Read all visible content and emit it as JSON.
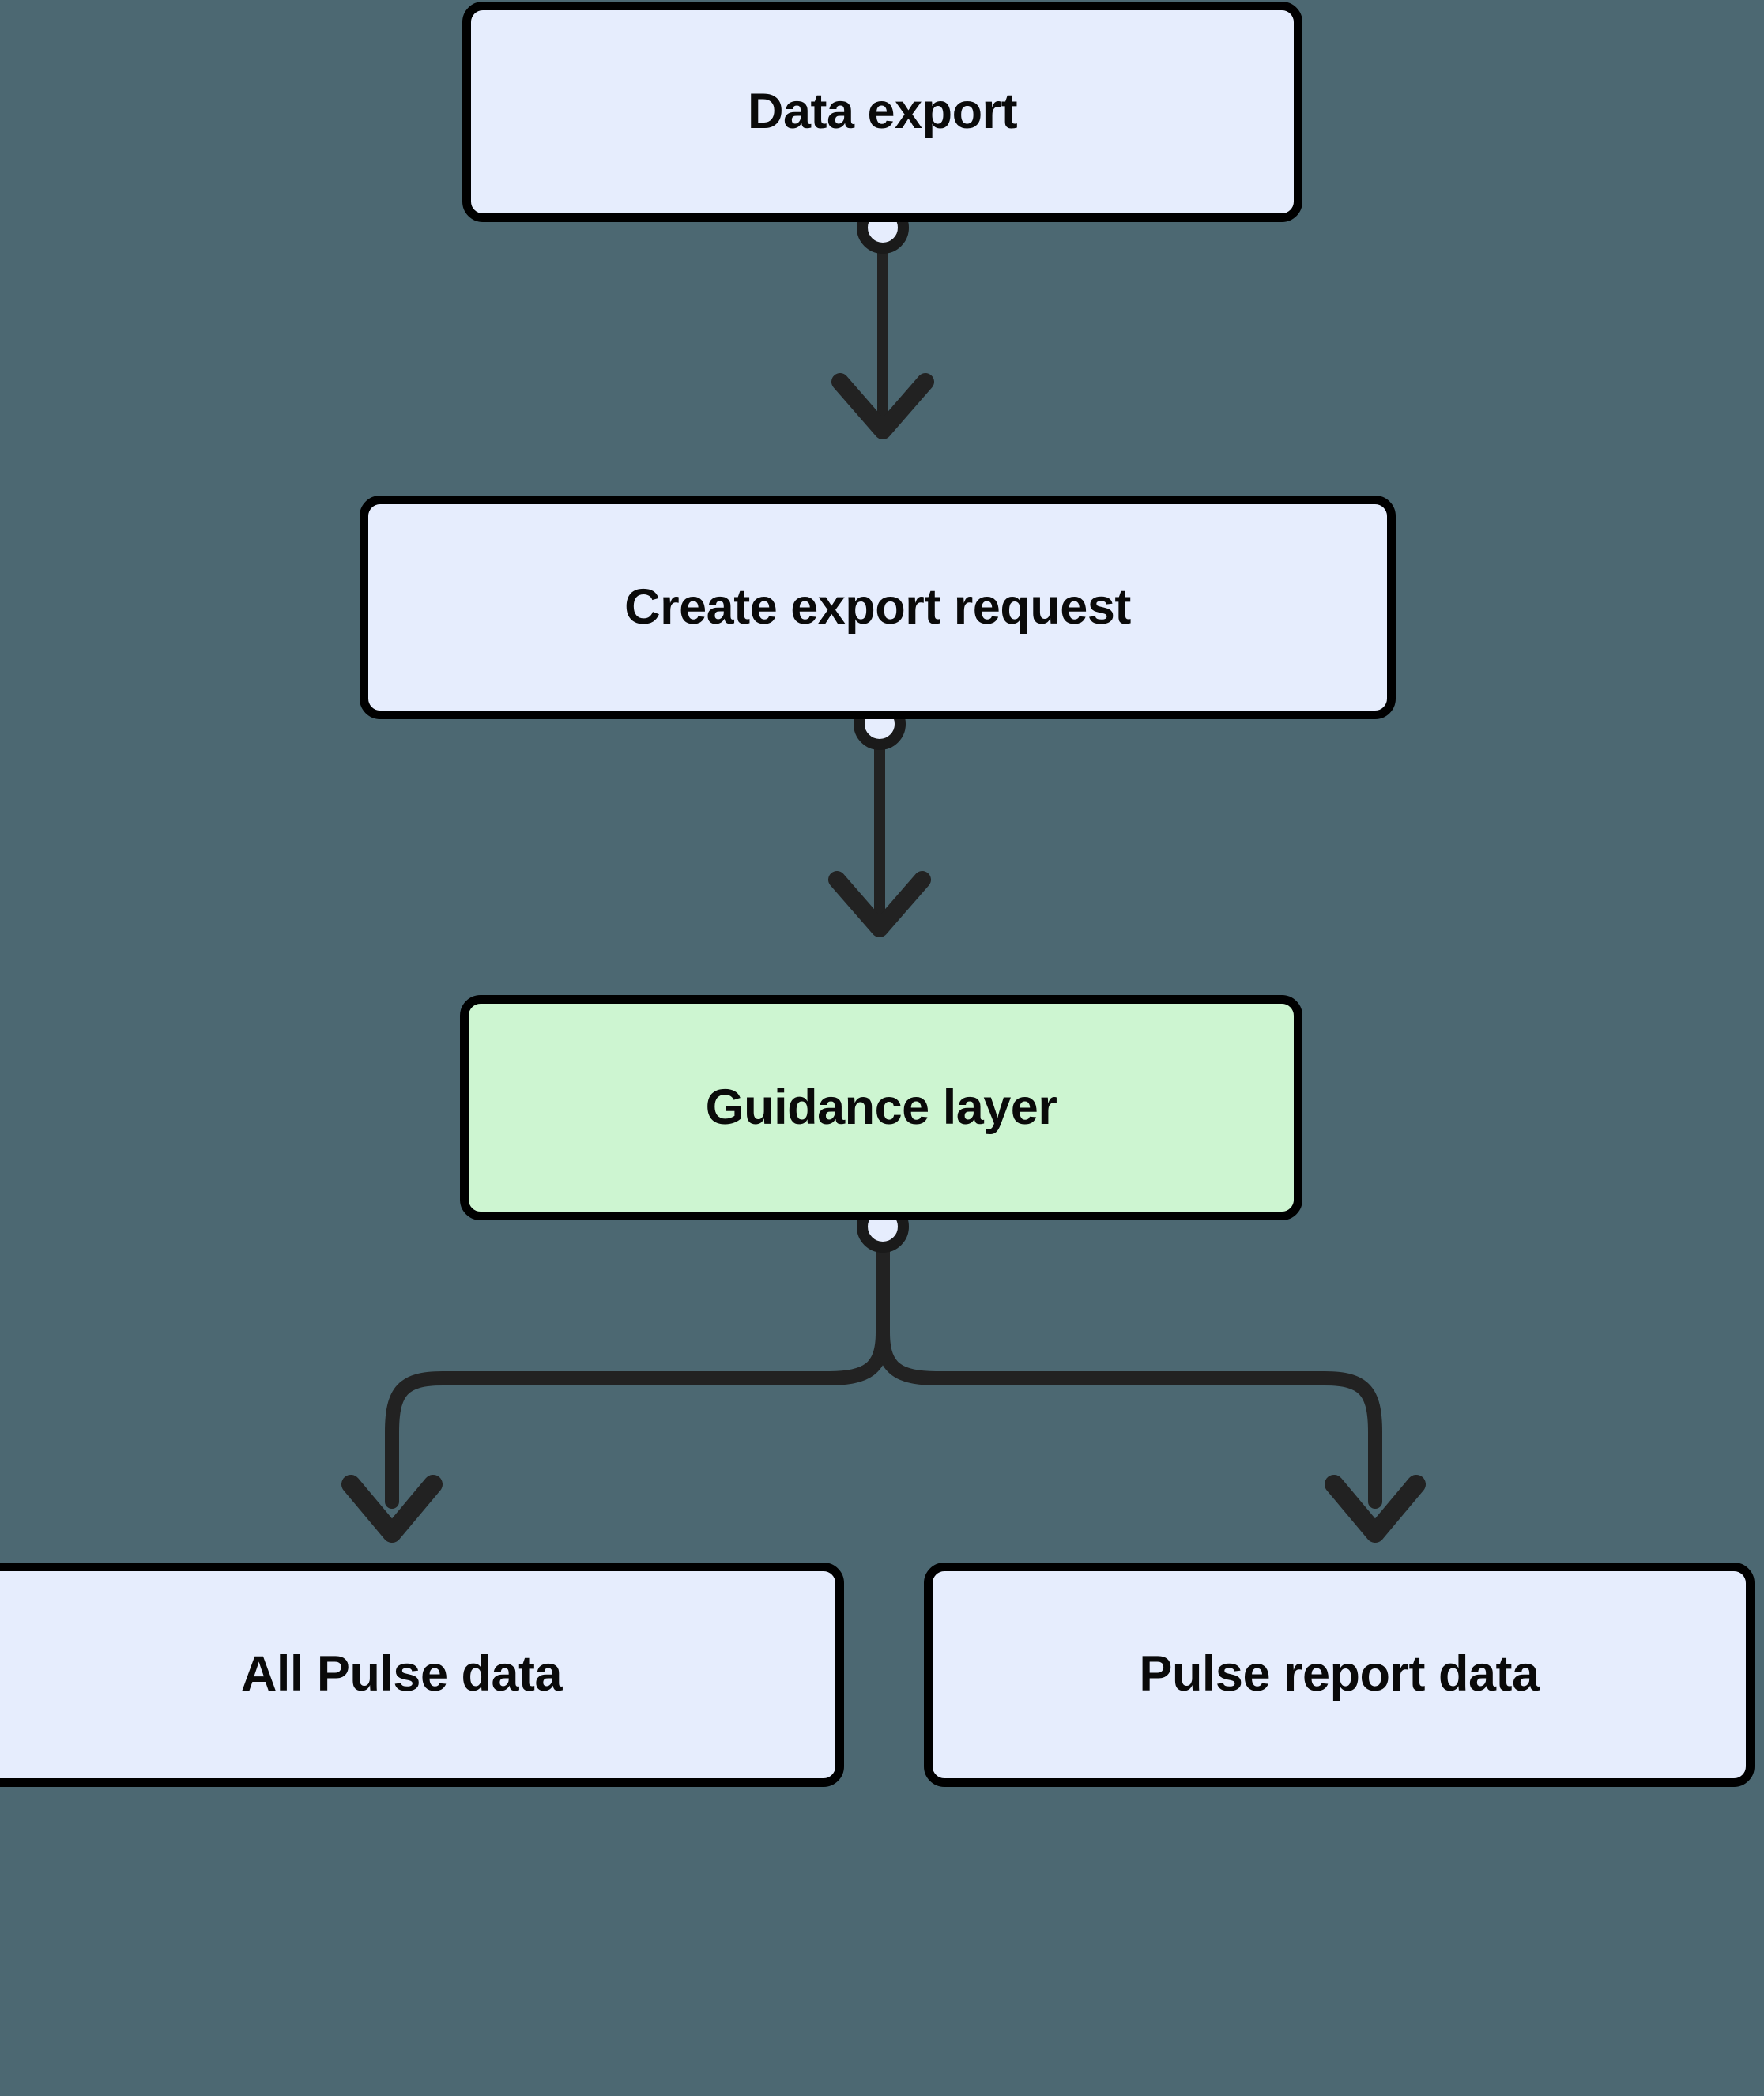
{
  "diagram": {
    "type": "flowchart",
    "orientation": "top-to-bottom",
    "background_color": "#4c6872",
    "node_fill_blue": "#e6edfd",
    "node_fill_green": "#cdf5d1",
    "node_border_color": "#000000",
    "edge_color": "#222222",
    "connector_dot_fill": "#e6edfd",
    "nodes": [
      {
        "id": "data-export",
        "label": "Data export",
        "fill": "blue"
      },
      {
        "id": "create-export-request",
        "label": "Create export request",
        "fill": "blue"
      },
      {
        "id": "guidance-layer",
        "label": "Guidance layer",
        "fill": "green"
      },
      {
        "id": "all-pulse-data",
        "label": "All Pulse data",
        "fill": "blue"
      },
      {
        "id": "pulse-report-data",
        "label": "Pulse report data",
        "fill": "blue"
      }
    ],
    "edges": [
      {
        "from": "data-export",
        "to": "create-export-request",
        "style": "straight-arrow"
      },
      {
        "from": "create-export-request",
        "to": "guidance-layer",
        "style": "straight-arrow"
      },
      {
        "from": "guidance-layer",
        "to": "all-pulse-data",
        "style": "branch-arrow-left"
      },
      {
        "from": "guidance-layer",
        "to": "pulse-report-data",
        "style": "branch-arrow-right"
      }
    ]
  }
}
